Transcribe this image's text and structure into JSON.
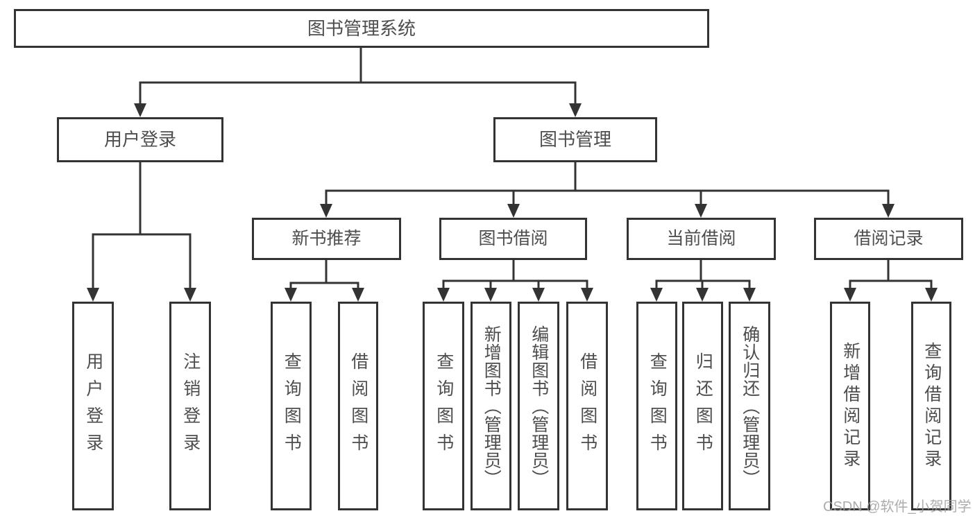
{
  "diagram": {
    "root": {
      "label": "图书管理系统",
      "children": [
        {
          "label": "用户登录",
          "children": [
            {
              "label": "用户登录"
            },
            {
              "label": "注销登录"
            }
          ]
        },
        {
          "label": "图书管理",
          "children": [
            {
              "label": "新书推荐",
              "children": [
                {
                  "label": "查询图书"
                },
                {
                  "label": "借阅图书"
                }
              ]
            },
            {
              "label": "图书借阅",
              "children": [
                {
                  "label": "查询图书"
                },
                {
                  "label": "新增图书（管理员）"
                },
                {
                  "label": "编辑图书（管理员）"
                },
                {
                  "label": "借阅图书"
                }
              ]
            },
            {
              "label": "当前借阅",
              "children": [
                {
                  "label": "查询图书"
                },
                {
                  "label": "归还图书"
                },
                {
                  "label": "确认归还（管理员）"
                }
              ]
            },
            {
              "label": "借阅记录",
              "children": [
                {
                  "label": "新增借阅记录"
                },
                {
                  "label": "查询借阅记录"
                }
              ]
            }
          ]
        }
      ]
    }
  },
  "watermark": {
    "text": "CSDN @软件_小贺同学"
  },
  "colors": {
    "line": "#333333",
    "box_border": "#333333",
    "label_text": "#4d4d4d",
    "background": "#ffffff",
    "watermark": "#9e9e9e"
  }
}
